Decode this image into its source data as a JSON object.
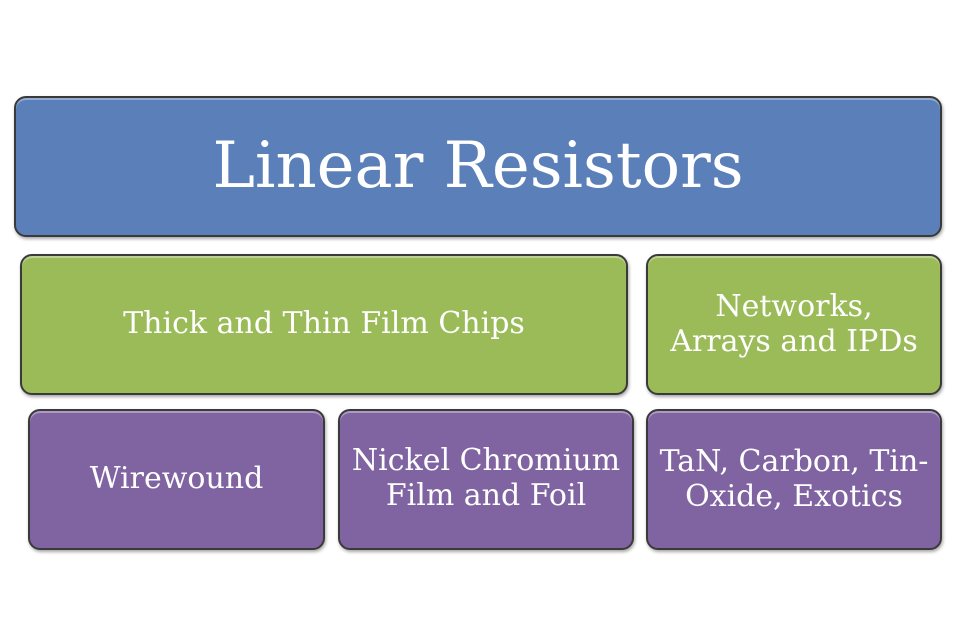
{
  "colors": {
    "blue": "#5b80b9",
    "green": "#9bbb59",
    "purple": "#8064a2",
    "text": "#ffffff"
  },
  "diagram": {
    "title": "Linear Resistors",
    "row1": {
      "left": "Thick and Thin Film Chips",
      "right_line1": "Networks,",
      "right_line2": "Arrays and IPDs"
    },
    "row2": {
      "left": "Wirewound",
      "middle_line1": "Nickel Chromium",
      "middle_line2": "Film and Foil",
      "right_line1": "TaN, Carbon, Tin-",
      "right_line2": "Oxide, Exotics"
    }
  }
}
